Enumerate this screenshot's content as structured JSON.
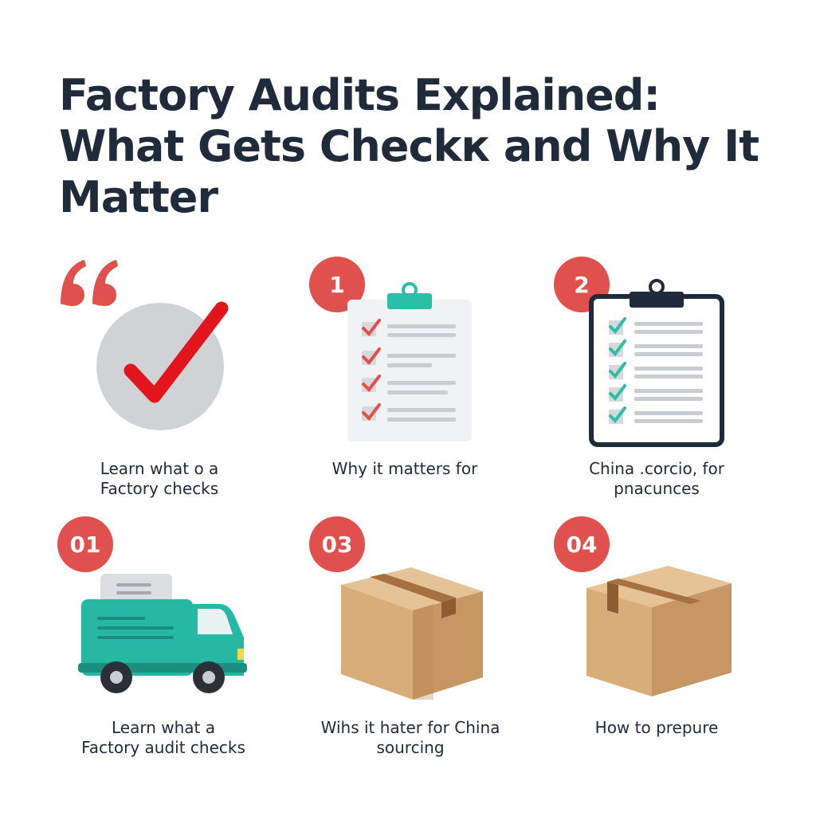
{
  "title": {
    "line1": "Factory Audits Explained:",
    "line2": "What Gets Checkк and Why It",
    "line3": "Matter"
  },
  "icons": {
    "quote": "quote-icon",
    "check_circle": "check-circle-icon",
    "checklist": "checklist-icon",
    "clipboard": "clipboard-icon",
    "truck": "delivery-truck-icon",
    "box": "cardboard-box-icon"
  },
  "colors": {
    "accent_red": "#e0504d",
    "teal": "#2bbfa8",
    "navy": "#1f2a3a",
    "box_tan": "#d8ad78"
  },
  "cards": [
    {
      "badge": "",
      "caption_line1": "Learn what o a",
      "caption_line2": "Factory checks"
    },
    {
      "badge": "1",
      "caption_line1": "Why it matters for",
      "caption_line2": ""
    },
    {
      "badge": "2",
      "caption_line1": "China .corcio, for",
      "caption_line2": "pnacunces"
    },
    {
      "badge": "01",
      "caption_line1": "Learn what a",
      "caption_line2": "Factory audit checks"
    },
    {
      "badge": "03",
      "caption_line1": "Wihs it hater for China",
      "caption_line2": "sourcing"
    },
    {
      "badge": "04",
      "caption_line1": "How to prepure",
      "caption_line2": ""
    }
  ]
}
